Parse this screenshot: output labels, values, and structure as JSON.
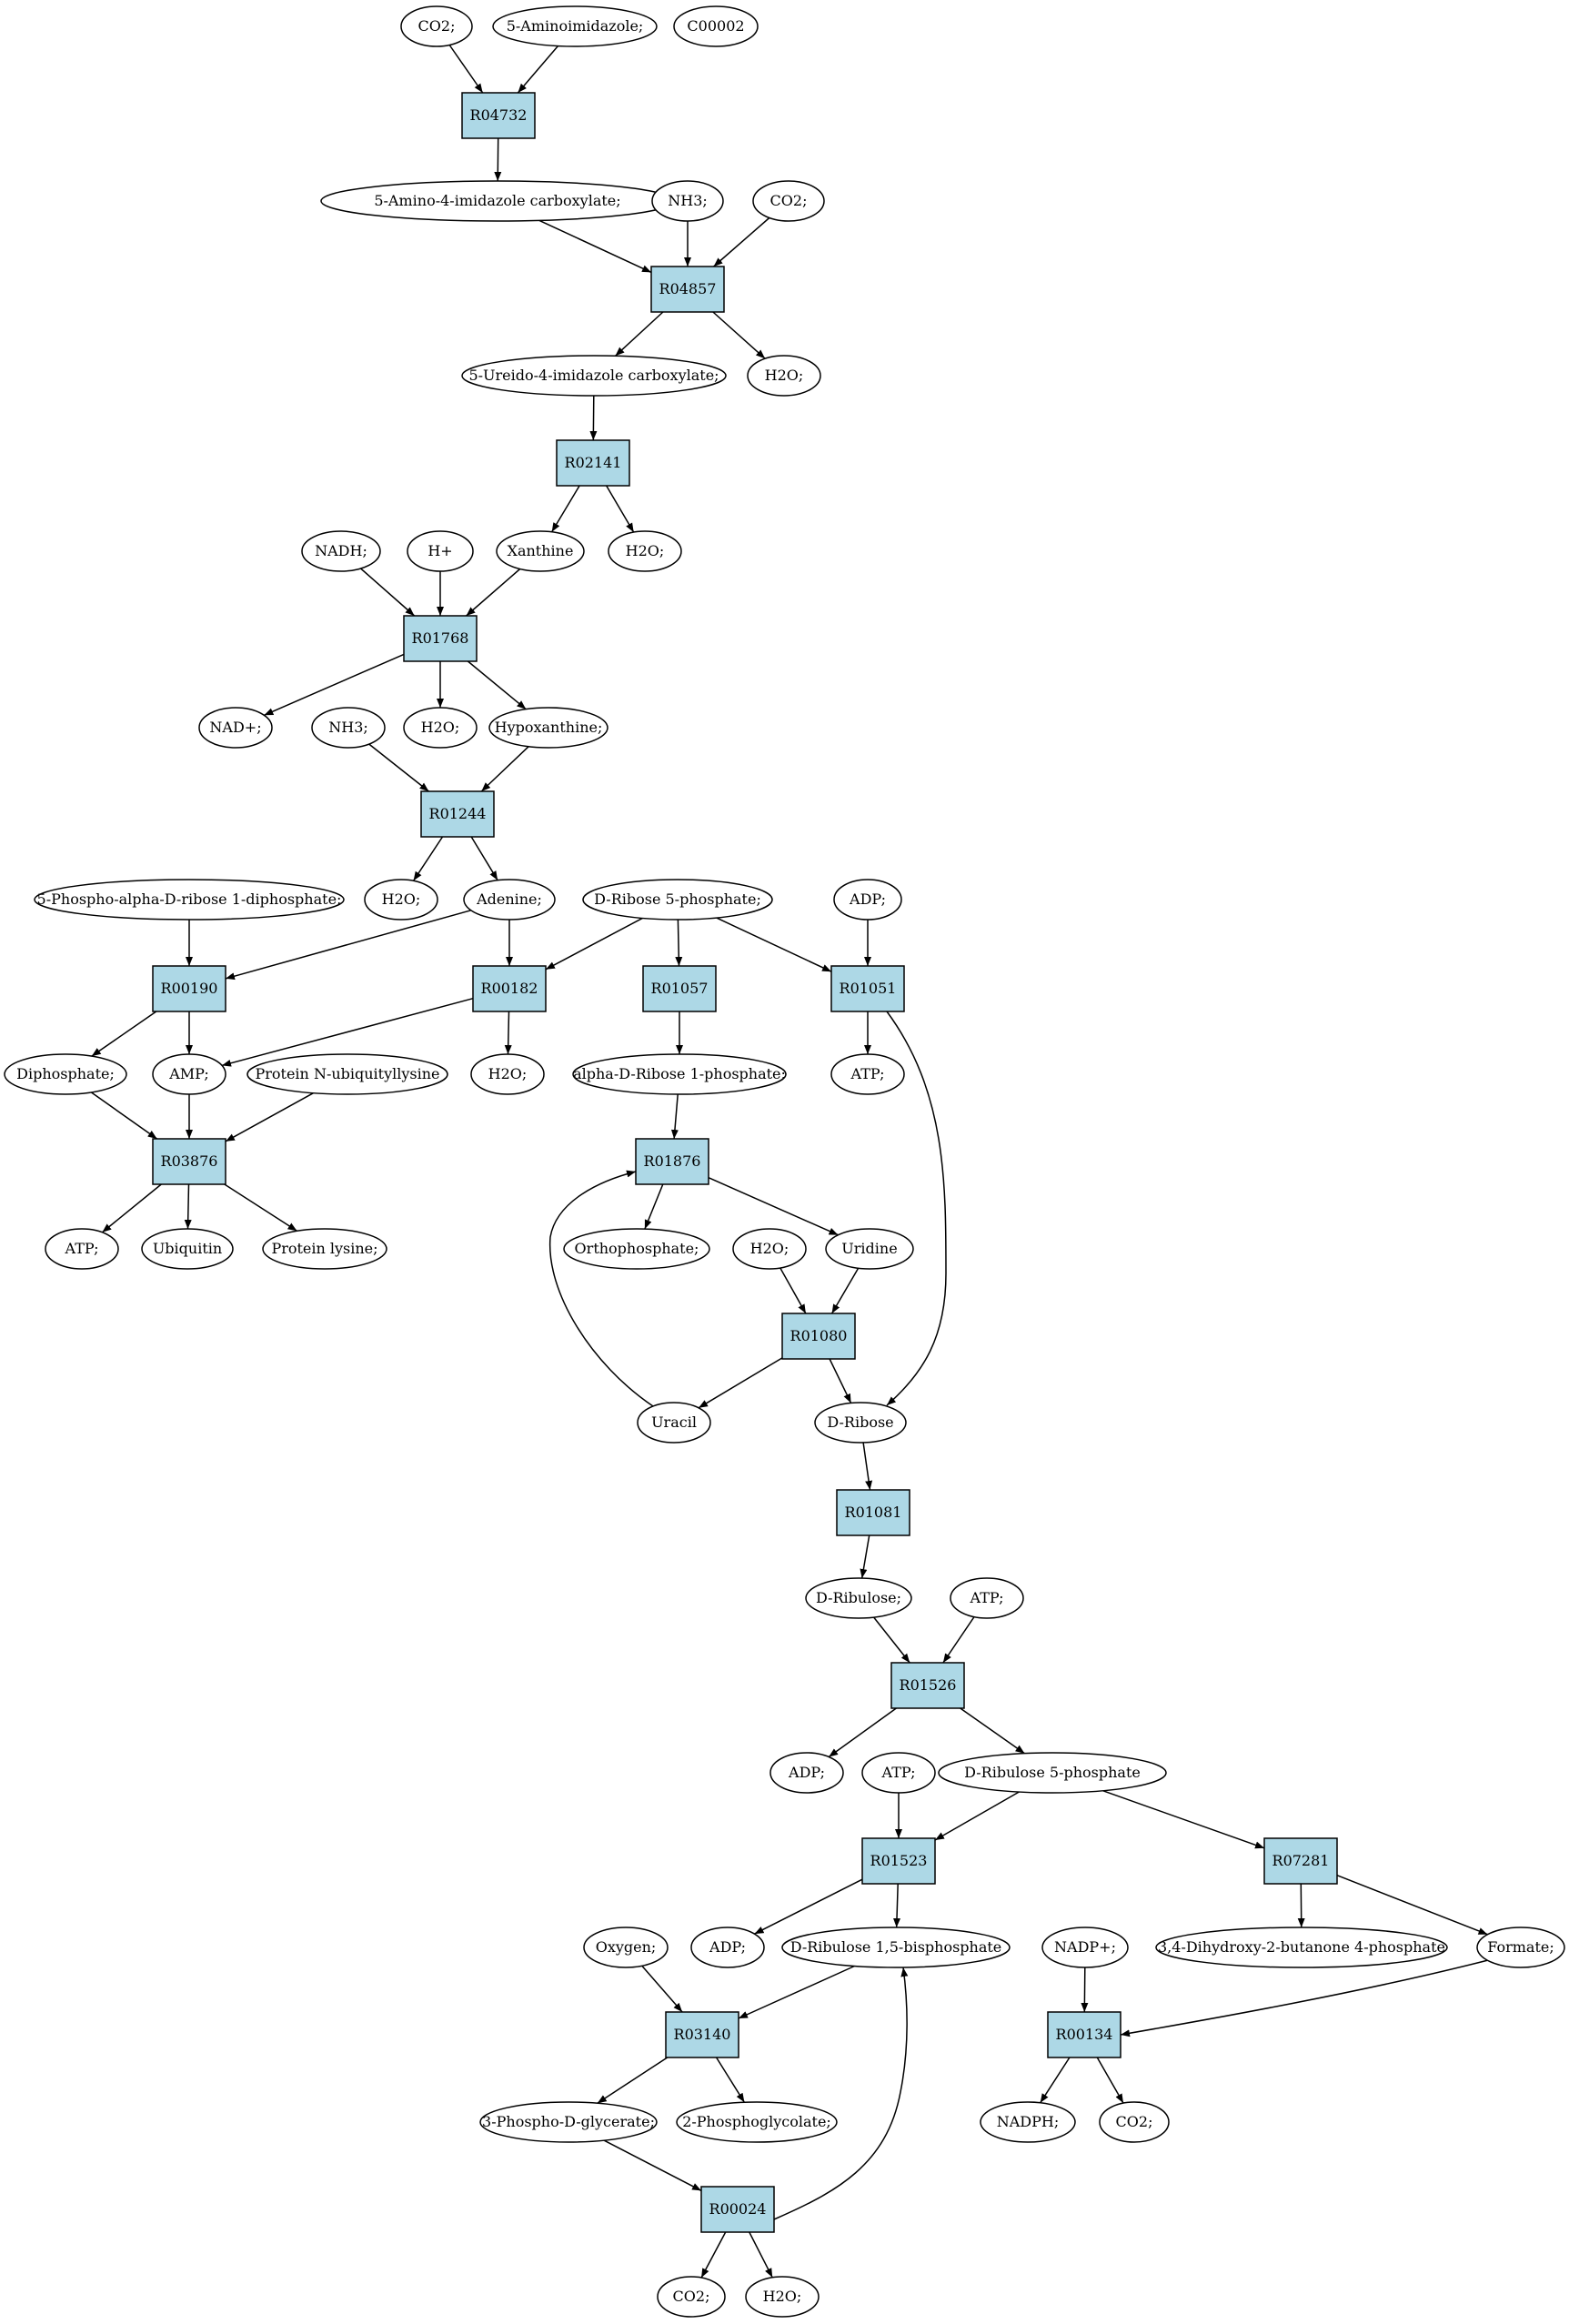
{
  "colors": {
    "reaction_fill": "#add8e6",
    "metabolite_fill": "#ffffff",
    "highlight_yellow": "#ffff00",
    "highlight_green": "#00ff00",
    "stroke": "#000000"
  },
  "nodes": [
    {
      "id": "co2_1",
      "type": "metabolite",
      "label": "CO2;"
    },
    {
      "id": "aminoimidazole",
      "type": "metabolite",
      "label": "5-Aminoimidazole;"
    },
    {
      "id": "c00002",
      "type": "metabolite",
      "label": "C00002",
      "color": "#ffff00"
    },
    {
      "id": "r04732",
      "type": "reaction",
      "label": "R04732"
    },
    {
      "id": "amino_carbox",
      "type": "metabolite",
      "label": "5-Amino-4-imidazole carboxylate;"
    },
    {
      "id": "nh3_1",
      "type": "metabolite",
      "label": "NH3;"
    },
    {
      "id": "co2_2",
      "type": "metabolite",
      "label": "CO2;"
    },
    {
      "id": "r04857",
      "type": "reaction",
      "label": "R04857"
    },
    {
      "id": "ureido_carbox",
      "type": "metabolite",
      "label": "5-Ureido-4-imidazole carboxylate;"
    },
    {
      "id": "h2o_1",
      "type": "metabolite",
      "label": "H2O;"
    },
    {
      "id": "r02141",
      "type": "reaction",
      "label": "R02141"
    },
    {
      "id": "nadh",
      "type": "metabolite",
      "label": "NADH;"
    },
    {
      "id": "hplus",
      "type": "metabolite",
      "label": "H+"
    },
    {
      "id": "xanthine",
      "type": "metabolite",
      "label": "Xanthine"
    },
    {
      "id": "h2o_2",
      "type": "metabolite",
      "label": "H2O;"
    },
    {
      "id": "r01768",
      "type": "reaction",
      "label": "R01768"
    },
    {
      "id": "nadplus",
      "type": "metabolite",
      "label": "NAD+;"
    },
    {
      "id": "nh3_2",
      "type": "metabolite",
      "label": "NH3;"
    },
    {
      "id": "h2o_3",
      "type": "metabolite",
      "label": "H2O;"
    },
    {
      "id": "hypoxanthine",
      "type": "metabolite",
      "label": "Hypoxanthine;"
    },
    {
      "id": "r01244",
      "type": "reaction",
      "label": "R01244"
    },
    {
      "id": "prpp",
      "type": "metabolite",
      "label": "5-Phospho-alpha-D-ribose 1-diphosphate;"
    },
    {
      "id": "h2o_4",
      "type": "metabolite",
      "label": "H2O;"
    },
    {
      "id": "adenine",
      "type": "metabolite",
      "label": "Adenine;"
    },
    {
      "id": "ribose5p",
      "type": "metabolite",
      "label": "D-Ribose 5-phosphate;",
      "color": "#00ff00"
    },
    {
      "id": "adp_1",
      "type": "metabolite",
      "label": "ADP;"
    },
    {
      "id": "r00190",
      "type": "reaction",
      "label": "R00190"
    },
    {
      "id": "r00182",
      "type": "reaction",
      "label": "R00182"
    },
    {
      "id": "r01057",
      "type": "reaction",
      "label": "R01057"
    },
    {
      "id": "r01051",
      "type": "reaction",
      "label": "R01051"
    },
    {
      "id": "diphosphate",
      "type": "metabolite",
      "label": "Diphosphate;"
    },
    {
      "id": "amp",
      "type": "metabolite",
      "label": "AMP;"
    },
    {
      "id": "protein_ub",
      "type": "metabolite",
      "label": "Protein N-ubiquityllysine"
    },
    {
      "id": "h2o_5",
      "type": "metabolite",
      "label": "H2O;"
    },
    {
      "id": "ribose1p",
      "type": "metabolite",
      "label": "alpha-D-Ribose 1-phosphate;"
    },
    {
      "id": "atp_1",
      "type": "metabolite",
      "label": "ATP;"
    },
    {
      "id": "r03876",
      "type": "reaction",
      "label": "R03876"
    },
    {
      "id": "r01876",
      "type": "reaction",
      "label": "R01876"
    },
    {
      "id": "atp_2",
      "type": "metabolite",
      "label": "ATP;"
    },
    {
      "id": "ubiquitin",
      "type": "metabolite",
      "label": "Ubiquitin"
    },
    {
      "id": "protein_lys",
      "type": "metabolite",
      "label": "Protein lysine;"
    },
    {
      "id": "orthophosphate",
      "type": "metabolite",
      "label": "Orthophosphate;"
    },
    {
      "id": "h2o_6",
      "type": "metabolite",
      "label": "H2O;"
    },
    {
      "id": "uridine",
      "type": "metabolite",
      "label": "Uridine"
    },
    {
      "id": "r01080",
      "type": "reaction",
      "label": "R01080"
    },
    {
      "id": "uracil",
      "type": "metabolite",
      "label": "Uracil"
    },
    {
      "id": "dribose",
      "type": "metabolite",
      "label": "D-Ribose"
    },
    {
      "id": "r01081",
      "type": "reaction",
      "label": "R01081"
    },
    {
      "id": "dribulose",
      "type": "metabolite",
      "label": "D-Ribulose;"
    },
    {
      "id": "atp_3",
      "type": "metabolite",
      "label": "ATP;"
    },
    {
      "id": "r01526",
      "type": "reaction",
      "label": "R01526"
    },
    {
      "id": "adp_2",
      "type": "metabolite",
      "label": "ADP;"
    },
    {
      "id": "atp_4",
      "type": "metabolite",
      "label": "ATP;"
    },
    {
      "id": "ribulose5p",
      "type": "metabolite",
      "label": "D-Ribulose 5-phosphate"
    },
    {
      "id": "r01523",
      "type": "reaction",
      "label": "R01523"
    },
    {
      "id": "r07281",
      "type": "reaction",
      "label": "R07281"
    },
    {
      "id": "oxygen",
      "type": "metabolite",
      "label": "Oxygen;"
    },
    {
      "id": "adp_3",
      "type": "metabolite",
      "label": "ADP;"
    },
    {
      "id": "rubp",
      "type": "metabolite",
      "label": "D-Ribulose 1,5-bisphosphate"
    },
    {
      "id": "nadpplus",
      "type": "metabolite",
      "label": "NADP+;"
    },
    {
      "id": "dhbp",
      "type": "metabolite",
      "label": "3,4-Dihydroxy-2-butanone 4-phosphate"
    },
    {
      "id": "formate",
      "type": "metabolite",
      "label": "Formate;"
    },
    {
      "id": "r03140",
      "type": "reaction",
      "label": "R03140"
    },
    {
      "id": "r00134",
      "type": "reaction",
      "label": "R00134"
    },
    {
      "id": "pga",
      "type": "metabolite",
      "label": "3-Phospho-D-glycerate;"
    },
    {
      "id": "pglycolate",
      "type": "metabolite",
      "label": "2-Phosphoglycolate;"
    },
    {
      "id": "nadph",
      "type": "metabolite",
      "label": "NADPH;"
    },
    {
      "id": "co2_3",
      "type": "metabolite",
      "label": "CO2;"
    },
    {
      "id": "r00024",
      "type": "reaction",
      "label": "R00024"
    },
    {
      "id": "co2_4",
      "type": "metabolite",
      "label": "CO2;"
    },
    {
      "id": "h2o_7",
      "type": "metabolite",
      "label": "H2O;"
    }
  ],
  "edges": [
    [
      "co2_1",
      "r04732"
    ],
    [
      "aminoimidazole",
      "r04732"
    ],
    [
      "r04732",
      "amino_carbox"
    ],
    [
      "amino_carbox",
      "r04857"
    ],
    [
      "nh3_1",
      "r04857"
    ],
    [
      "co2_2",
      "r04857"
    ],
    [
      "r04857",
      "ureido_carbox"
    ],
    [
      "r04857",
      "h2o_1"
    ],
    [
      "ureido_carbox",
      "r02141"
    ],
    [
      "r02141",
      "xanthine"
    ],
    [
      "r02141",
      "h2o_2"
    ],
    [
      "nadh",
      "r01768"
    ],
    [
      "hplus",
      "r01768"
    ],
    [
      "xanthine",
      "r01768"
    ],
    [
      "r01768",
      "nadplus"
    ],
    [
      "r01768",
      "h2o_3"
    ],
    [
      "r01768",
      "hypoxanthine"
    ],
    [
      "nh3_2",
      "r01244"
    ],
    [
      "hypoxanthine",
      "r01244"
    ],
    [
      "r01244",
      "h2o_4"
    ],
    [
      "r01244",
      "adenine"
    ],
    [
      "prpp",
      "r00190"
    ],
    [
      "adenine",
      "r00190"
    ],
    [
      "adenine",
      "r00182"
    ],
    [
      "ribose5p",
      "r00182"
    ],
    [
      "ribose5p",
      "r01057"
    ],
    [
      "ribose5p",
      "r01051"
    ],
    [
      "adp_1",
      "r01051"
    ],
    [
      "r00190",
      "diphosphate"
    ],
    [
      "r00190",
      "amp"
    ],
    [
      "r00182",
      "amp"
    ],
    [
      "r00182",
      "h2o_5"
    ],
    [
      "r01057",
      "ribose1p"
    ],
    [
      "r01051",
      "atp_1"
    ],
    [
      "r01051",
      "dribose"
    ],
    [
      "diphosphate",
      "r03876"
    ],
    [
      "amp",
      "r03876"
    ],
    [
      "protein_ub",
      "r03876"
    ],
    [
      "r03876",
      "atp_2"
    ],
    [
      "r03876",
      "ubiquitin"
    ],
    [
      "r03876",
      "protein_lys"
    ],
    [
      "ribose1p",
      "r01876"
    ],
    [
      "uracil",
      "r01876"
    ],
    [
      "r01876",
      "orthophosphate"
    ],
    [
      "r01876",
      "uridine"
    ],
    [
      "h2o_6",
      "r01080"
    ],
    [
      "uridine",
      "r01080"
    ],
    [
      "r01080",
      "uracil"
    ],
    [
      "r01080",
      "dribose"
    ],
    [
      "dribose",
      "r01081"
    ],
    [
      "r01081",
      "dribulose"
    ],
    [
      "dribulose",
      "r01526"
    ],
    [
      "atp_3",
      "r01526"
    ],
    [
      "r01526",
      "adp_2"
    ],
    [
      "r01526",
      "ribulose5p"
    ],
    [
      "atp_4",
      "r01523"
    ],
    [
      "ribulose5p",
      "r01523"
    ],
    [
      "ribulose5p",
      "r07281"
    ],
    [
      "r01523",
      "adp_3"
    ],
    [
      "r01523",
      "rubp"
    ],
    [
      "r07281",
      "dhbp"
    ],
    [
      "r07281",
      "formate"
    ],
    [
      "oxygen",
      "r03140"
    ],
    [
      "rubp",
      "r03140"
    ],
    [
      "nadpplus",
      "r00134"
    ],
    [
      "formate",
      "r00134"
    ],
    [
      "r03140",
      "pga"
    ],
    [
      "r03140",
      "pglycolate"
    ],
    [
      "r00134",
      "nadph"
    ],
    [
      "r00134",
      "co2_3"
    ],
    [
      "pga",
      "r00024"
    ],
    [
      "r00024",
      "rubp"
    ],
    [
      "r00024",
      "co2_4"
    ],
    [
      "r00024",
      "h2o_7"
    ]
  ]
}
